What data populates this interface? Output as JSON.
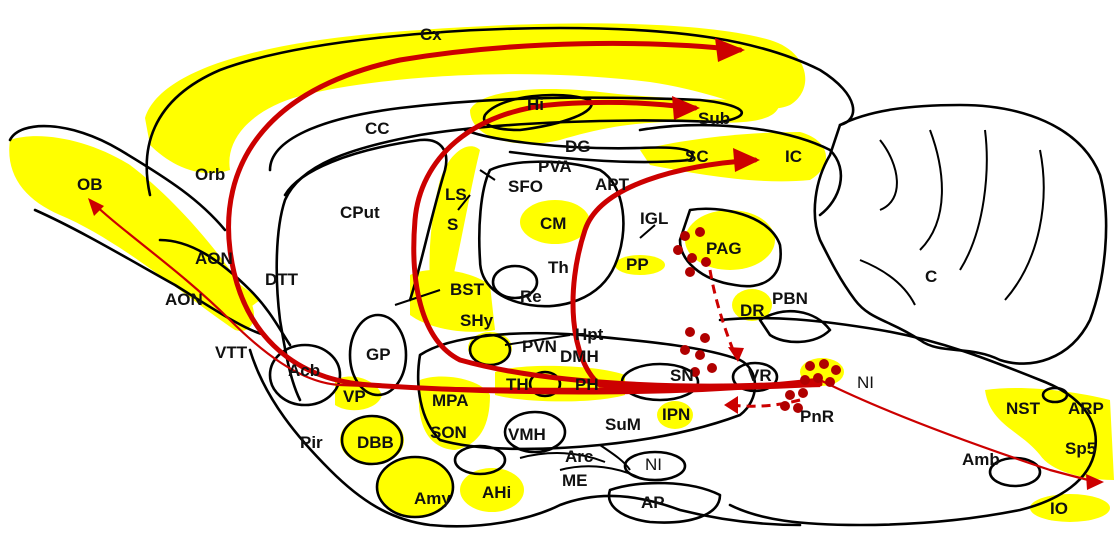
{
  "colors": {
    "highlight": "#ffff00",
    "projection": "#cc0000",
    "nucleus_dots": "#b00000",
    "outline": "#000000"
  },
  "labels": {
    "Cx": "Cx",
    "Hi": "Hi",
    "Sub": "Sub",
    "CC": "CC",
    "DG": "DG",
    "SC": "SC",
    "IC": "IC",
    "PVA": "PVA",
    "OB": "OB",
    "Orb": "Orb",
    "CPut": "CPut",
    "LS": "LS",
    "S": "S",
    "SFO": "SFO",
    "APT": "APT",
    "IGL": "IGL",
    "CM": "CM",
    "PAG": "PAG",
    "C": "C",
    "AON_1": "AON",
    "DTT": "DTT",
    "AON_2": "AON",
    "Th": "Th",
    "PP": "PP",
    "BST": "BST",
    "Re": "Re",
    "DR": "DR",
    "PBN": "PBN",
    "SHy": "SHy",
    "Hpt": "Hpt",
    "VTT": "VTT",
    "GP": "GP",
    "PVN": "PVN",
    "DMH": "DMH",
    "Acb": "Acb",
    "SN": "SN",
    "VR": "VR",
    "NI_1": "NI",
    "VP": "VP",
    "MPA": "MPA",
    "TH": "TH",
    "PH": "PH",
    "NST": "NST",
    "ARP": "ARP",
    "IPN": "IPN",
    "PnR": "PnR",
    "Pir": "Pir",
    "DBB": "DBB",
    "SON": "SON",
    "VMH": "VMH",
    "SuM": "SuM",
    "Sp5": "Sp5",
    "Arc": "Arc",
    "Amb": "Amb",
    "NI_2": "NI",
    "ME": "ME",
    "Amy": "Amy",
    "AHi": "AHi",
    "AP": "AP",
    "IO": "IO"
  }
}
